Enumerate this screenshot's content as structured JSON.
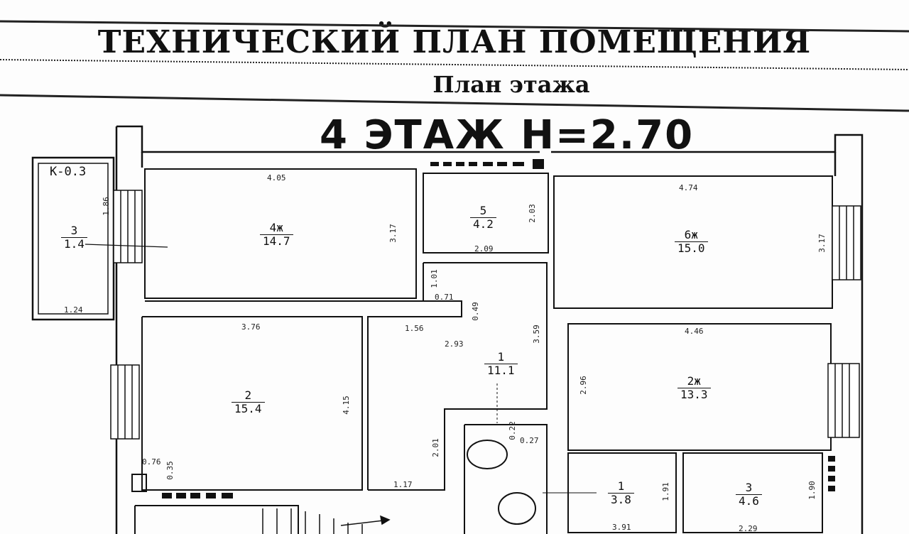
{
  "header": {
    "title": "ТЕХНИЧЕСКИЙ ПЛАН ПОМЕЩЕНИЯ",
    "subtitle": "План этажа",
    "floor_label": "4 ЭТАЖ   Н=2.70"
  },
  "stair_code": "К-0.3",
  "rooms": {
    "r3_left": {
      "num": "3",
      "area": "1.4"
    },
    "r4": {
      "num": "4ж",
      "area": "14.7"
    },
    "r5": {
      "num": "5",
      "area": "4.2"
    },
    "r6": {
      "num": "6ж",
      "area": "15.0"
    },
    "r2": {
      "num": "2",
      "area": "15.4"
    },
    "r1": {
      "num": "1",
      "area": "11.1"
    },
    "r2r": {
      "num": "2ж",
      "area": "13.3"
    },
    "r1b": {
      "num": "1",
      "area": "3.8"
    },
    "r3b": {
      "num": "3",
      "area": "4.6"
    }
  },
  "dimensions": {
    "d_4_05": "4.05",
    "d_1_86": "1.86",
    "d_1_24": "1.24",
    "d_3_17a": "3.17",
    "d_2_03": "2.03",
    "d_2_09": "2.09",
    "d_4_74": "4.74",
    "d_3_17b": "3.17",
    "d_1_01": "1.01",
    "d_0_71": "0.71",
    "d_0_49": "0.49",
    "d_3_76": "3.76",
    "d_1_56": "1.56",
    "d_2_93": "2.93",
    "d_3_59": "3.59",
    "d_4_46": "4.46",
    "d_2_96": "2.96",
    "d_4_15": "4.15",
    "d_2_01": "2.01",
    "d_0_22": "0.22",
    "d_0_27": "0.27",
    "d_0_76": "0.76",
    "d_0_35": "0.35",
    "d_1_17": "1.17",
    "d_1_91": "1.91",
    "d_3_91": "3.91",
    "d_1_90": "1.90",
    "d_2_29": "2.29"
  }
}
